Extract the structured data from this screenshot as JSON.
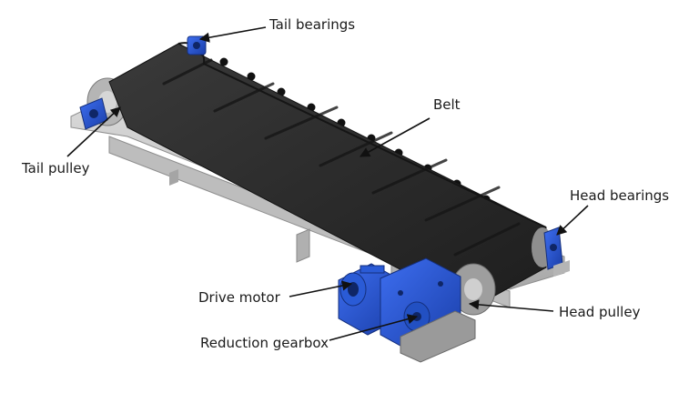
{
  "labels": {
    "tail_bearings": "Tail bearings",
    "belt": "Belt",
    "tail_pulley": "Tail pulley",
    "head_bearings": "Head bearings",
    "drive_motor": "Drive motor",
    "head_pulley": "Head pulley",
    "reduction_gearbox": "Reduction gearbox"
  },
  "colors": {
    "belt": "#2b2b2b",
    "frame": "#c8c8c8",
    "drive_blue": "#1f4fc9",
    "bearing_blue": "#2a5bd6",
    "pulley": "#b9b9b9"
  }
}
